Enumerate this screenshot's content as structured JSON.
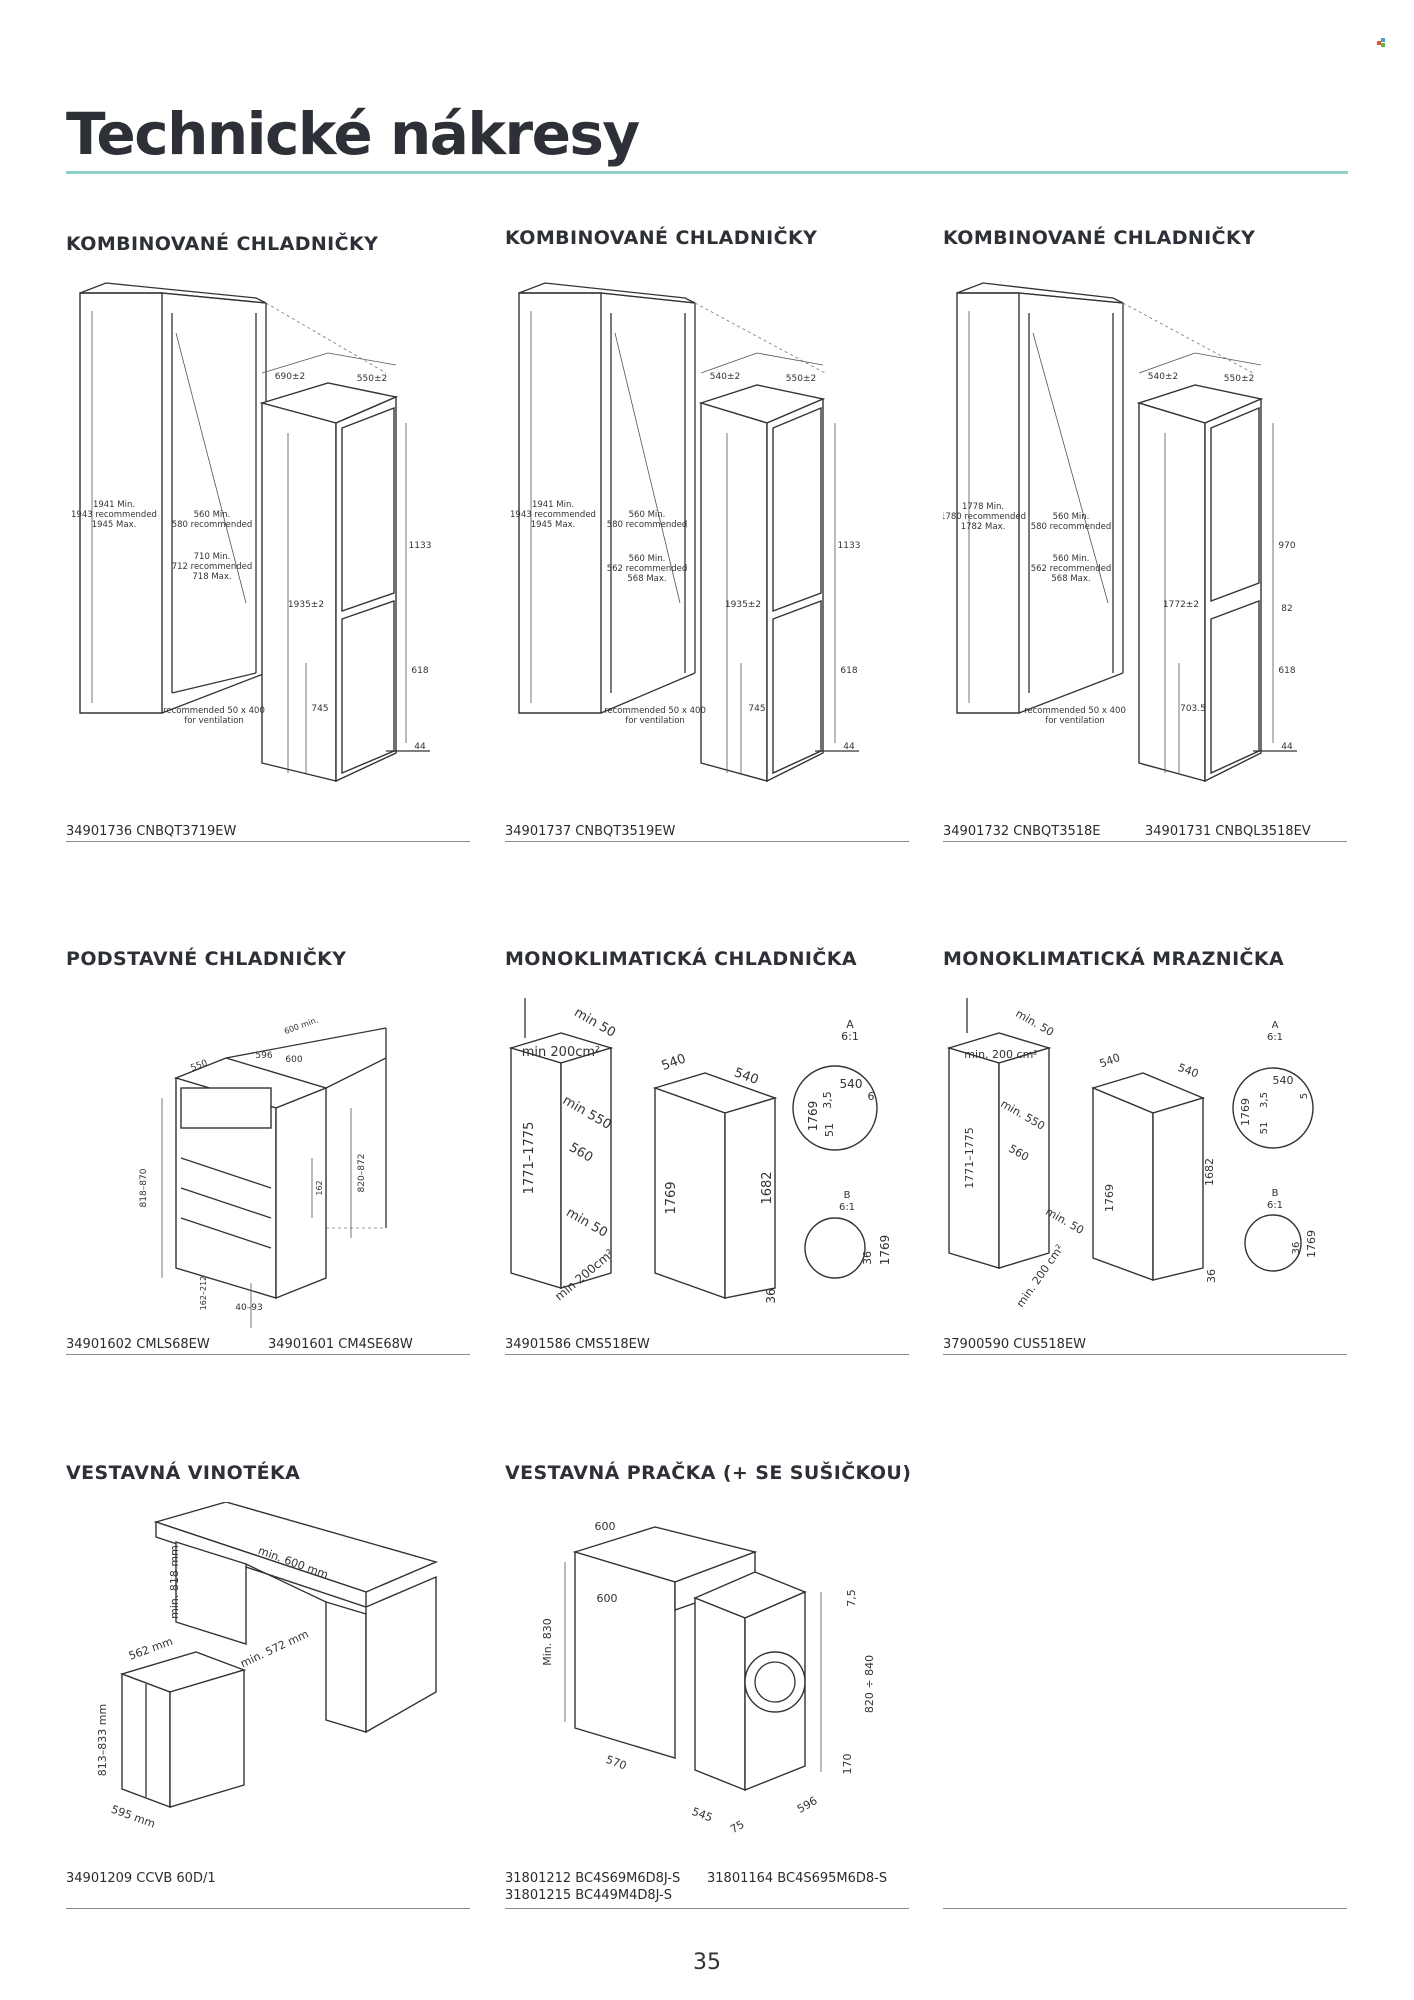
{
  "page": {
    "title": "Technické nákresy",
    "page_number": "35",
    "accent_color": "#8fcfc9"
  },
  "sections": [
    {
      "title": "KOMBINOVANÉ CHLADNIČKY",
      "codes": [
        "34901736 CNBQT3719EW"
      ],
      "dims": {
        "top_width": "690±2",
        "top_depth": "550±2",
        "niche_height": "1941 Min.",
        "niche_height_rec": "1943 recommended",
        "niche_height_max": "1945 Max.",
        "niche_depth": "560 Min.",
        "niche_depth_rec": "580 recommended",
        "niche_width": "710 Min.",
        "niche_width_rec": "712 recommended",
        "niche_width_max": "718 Max.",
        "height": "1935±2",
        "upper": "1133",
        "lower": "618",
        "door_low": "745",
        "base": "44",
        "vent": "recommended 50 x 400",
        "vent2": "for ventilation"
      }
    },
    {
      "title": "KOMBINOVANÉ CHLADNIČKY",
      "codes": [
        "34901737 CNBQT3519EW"
      ],
      "dims": {
        "top_width": "540±2",
        "top_depth": "550±2",
        "niche_height": "1941 Min.",
        "niche_height_rec": "1943 recommended",
        "niche_height_max": "1945 Max.",
        "niche_depth": "560 Min.",
        "niche_depth_rec": "580 recommended",
        "niche_width": "560 Min.",
        "niche_width_rec": "562 recommended",
        "niche_width_max": "568 Max.",
        "height": "1935±2",
        "upper": "1133",
        "lower": "618",
        "door_low": "745",
        "base": "44",
        "vent": "recommended 50 x 400",
        "vent2": "for ventilation"
      }
    },
    {
      "title": "KOMBINOVANÉ CHLADNIČKY",
      "codes": [
        "34901732 CNBQT3518E",
        "34901731 CNBQL3518EV"
      ],
      "dims": {
        "top_width": "540±2",
        "top_depth": "550±2",
        "niche_height": "1778 Min.",
        "niche_height_rec": "1780 recommended",
        "niche_height_max": "1782 Max.",
        "niche_depth": "560 Min.",
        "niche_depth_rec": "580 recommended",
        "niche_width": "560 Min.",
        "niche_width_rec": "562 recommended",
        "niche_width_max": "568 Max.",
        "height": "1772±2",
        "upper": "970",
        "mid": "82",
        "lower": "618",
        "door_low": "703.5",
        "base": "44",
        "vent": "recommended 50 x 400",
        "vent2": "for ventilation"
      }
    },
    {
      "title": "PODSTAVNÉ CHLADNIČKY",
      "codes": [
        "34901602 CMLS68EW",
        "34901601 CM4SE68W"
      ],
      "dims": {
        "d1": "600 min.",
        "d2": "550",
        "d3": "596",
        "d4": "600",
        "d5": "818–870",
        "d6": "820–872",
        "d7": "162",
        "d8": "162–212",
        "d9": "40–93"
      }
    },
    {
      "title": "MONOKLIMATICKÁ CHLADNIČKA",
      "codes": [
        "34901586 CMS518EW"
      ],
      "dims": {
        "a": "min 50",
        "b": "min 200cm²",
        "c": "min 550",
        "d": "560",
        "e": "1771–1775",
        "f": "min 50",
        "g": "min 200cm²",
        "h": "540",
        "i": "540",
        "j": "1769",
        "k": "1682",
        "l": "36",
        "m": "A",
        "n": "6:1",
        "o": "540",
        "p": "3,5",
        "q": "51",
        "r": "6",
        "s": "1769",
        "t": "B",
        "u": "6:1",
        "v": "36",
        "w": "1769"
      }
    },
    {
      "title": "MONOKLIMATICKÁ MRAZNIČKA",
      "codes": [
        "37900590 CUS518EW"
      ],
      "dims": {
        "a": "min. 50",
        "b": "min. 200 cm²",
        "c": "min. 550",
        "d": "560",
        "e": "1771–1775",
        "f": "min. 50",
        "g": "min. 200 cm²",
        "h": "540",
        "i": "540",
        "j": "1769",
        "k": "1682",
        "l": "36",
        "m": "A",
        "n": "6:1",
        "o": "540",
        "p": "3,5",
        "q": "51",
        "r": "5",
        "s": "1769",
        "t": "B",
        "u": "6:1",
        "v": "36",
        "w": "1769"
      }
    },
    {
      "title": "VESTAVNÁ VINOTÉKA",
      "codes": [
        "34901209 CCVB 60D/1"
      ],
      "dims": {
        "a": "min. 818 mm",
        "b": "min. 600 mm",
        "c": "min. 572 mm",
        "d": "562 mm",
        "e": "813–833 mm",
        "f": "595 mm"
      }
    },
    {
      "title": "VESTAVNÁ PRAČKA (+ SE SUŠIČKOU)",
      "codes": [
        "31801212 BC4S69M6D8J-S",
        "31801215 BC449M4D8J-S",
        "31801164 BC4S695M6D8-S"
      ],
      "dims": {
        "a": "600",
        "b": "600",
        "c": "Min. 830",
        "d": "7,5",
        "e": "820 ÷ 840",
        "f": "170",
        "g": "570",
        "h": "545",
        "i": "75",
        "j": "596"
      }
    }
  ]
}
